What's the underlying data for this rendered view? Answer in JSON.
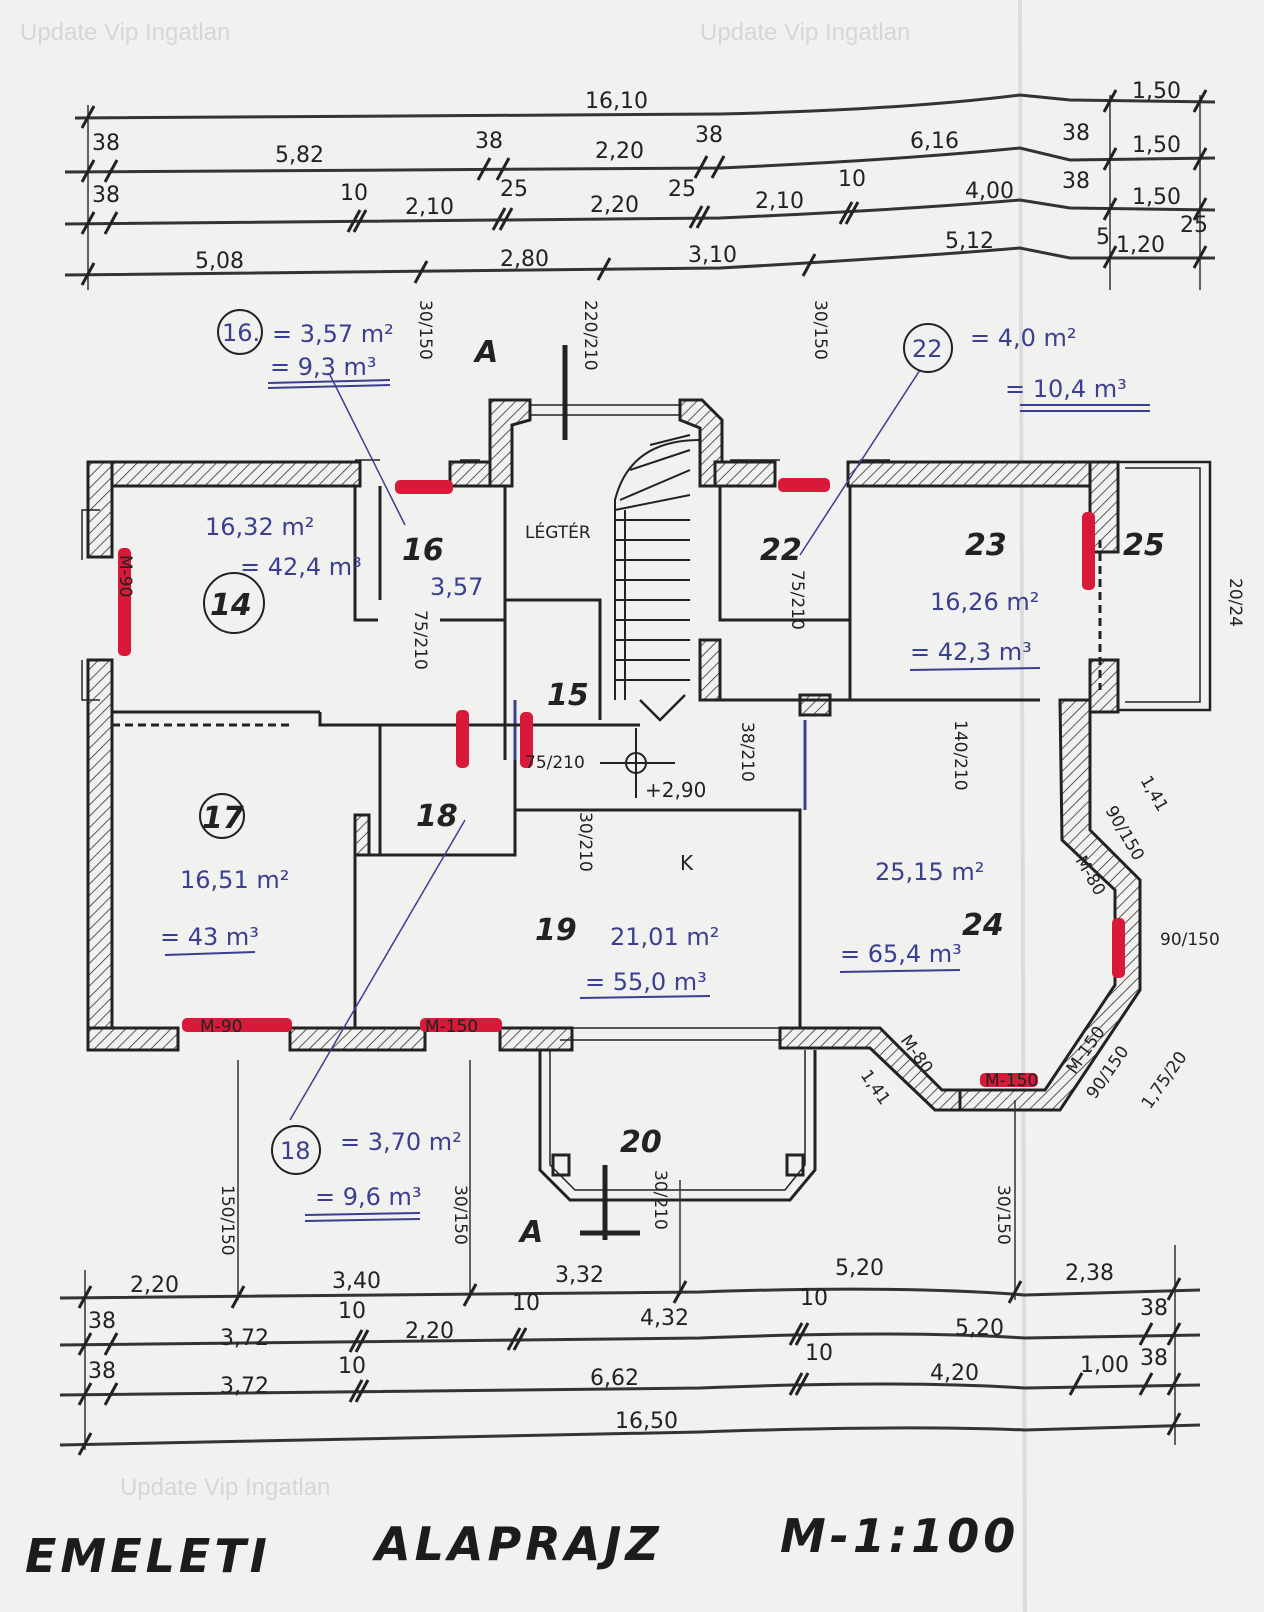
{
  "title": {
    "label": "EMELETI",
    "label2": "ALAPRAJZ",
    "scale": "M-1:100"
  },
  "watermark": "Update Vip Ingatlan",
  "section_mark": "A",
  "colors": {
    "paper": "#f1f1ef",
    "ink": "#222222",
    "blue_ink": "#3a3f8f",
    "red_marker": "#d8193a"
  },
  "dims": {
    "top": {
      "overall": "16,10",
      "right": [
        "1,50",
        "1,50",
        "1,50"
      ],
      "r1": [
        "38",
        "5,82",
        "38",
        "2,20",
        "38",
        "6,16",
        "38"
      ],
      "r2": [
        "38",
        "10",
        "2,10",
        "25",
        "2,20",
        "25",
        "2,10",
        "10",
        "4,00",
        "38"
      ],
      "r3": [
        "5,08",
        "2,80",
        "3,10",
        "5,12",
        "5",
        "1,20",
        "25"
      ]
    },
    "bottom": {
      "r1": [
        "2,20",
        "3,40",
        "3,32",
        "5,20",
        "2,38"
      ],
      "r2": [
        "38",
        "3,72",
        "10",
        "2,20",
        "10",
        "4,32",
        "10",
        "5,20",
        "38"
      ],
      "r3": [
        "38",
        "3,72",
        "10",
        "6,62",
        "10",
        "4,20",
        "1,00",
        "38"
      ],
      "overall": "16,50"
    }
  },
  "openings": [
    "30/150",
    "220/210",
    "30/150",
    "75/210",
    "75/210",
    "75/210",
    "38/210",
    "30/210",
    "140/210",
    "1,41",
    "90/150",
    "M-80",
    "90/150",
    "M-150",
    "90/150",
    "1,75/20",
    "M-80",
    "1,41",
    "M-150",
    "M-90",
    "M-150",
    "M-90",
    "150/150",
    "30/150",
    "30/210",
    "30/150",
    "20/24",
    "+2,90",
    "K"
  ],
  "annotations": {
    "r16": {
      "num": "16.",
      "area": "= 3,57 m²",
      "volume": "= 9,3 m³"
    },
    "r22": {
      "num": "22",
      "area": "= 4,0 m²",
      "volume": "= 10,4 m³"
    },
    "r18": {
      "num": "18",
      "area": "= 3,70 m²",
      "volume": "= 9,6 m³"
    }
  },
  "rooms": {
    "r14": {
      "num": "14",
      "area": "16,32 m²",
      "volume": "= 42,4 m³"
    },
    "r15": {
      "num": "15"
    },
    "r16": {
      "num": "16",
      "area": "3,57"
    },
    "legter": "LÉGTÉR",
    "r17": {
      "num": "17",
      "area": "16,51 m²",
      "volume": "= 43 m³"
    },
    "r18": {
      "num": "18"
    },
    "r19": {
      "num": "19",
      "area": "21,01 m²",
      "volume": "= 55,0 m³"
    },
    "r20": {
      "num": "20"
    },
    "r22": {
      "num": "22"
    },
    "r23": {
      "num": "23",
      "area": "16,26 m²",
      "volume": "= 42,3 m³"
    },
    "r24": {
      "num": "24",
      "area": "25,15 m²",
      "volume": "= 65,4 m³"
    },
    "r25": {
      "num": "25"
    }
  }
}
